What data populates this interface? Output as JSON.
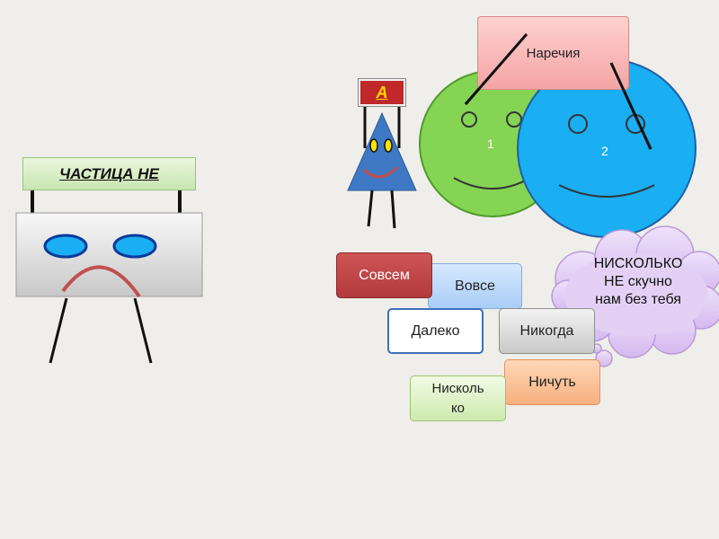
{
  "signs": {
    "chastica": "ЧАСТИЦА НЕ",
    "a": "А",
    "narechiya": "Наречия"
  },
  "faces": {
    "green_number": "1",
    "blue_number": "2"
  },
  "words": {
    "sovsem": "Совсем",
    "vovse": "Вовсе",
    "daleko": "Далеко",
    "nikogda": "Никогда",
    "nichut": "Ничуть",
    "niskolko_line1": "Нисколь",
    "niskolko_line2": "ко"
  },
  "cloud": {
    "line1": "НИСКОЛЬКО",
    "line2": "НЕ скучно",
    "line3": "нам без тебя"
  },
  "colors": {
    "green_face": "#85d454",
    "blue_face": "#1aaef2",
    "triangle": "#3f78c4",
    "cloud": "#e0c8f2",
    "background": "#efeeea"
  }
}
